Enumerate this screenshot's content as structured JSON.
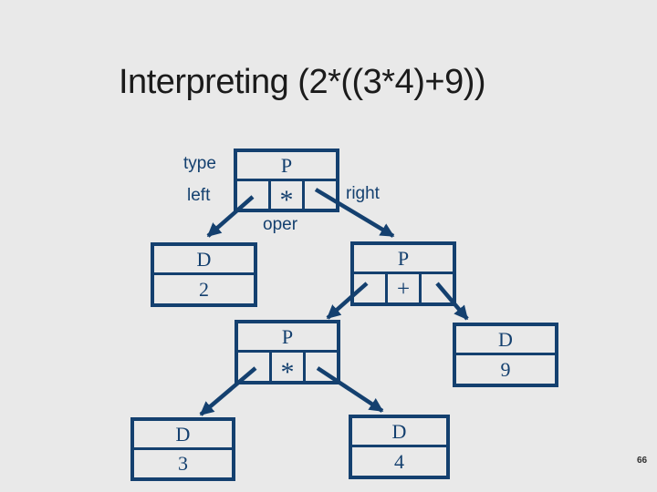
{
  "slide": {
    "title": "Interpreting (2*((3*4)+9))",
    "page_number": "66"
  },
  "colors": {
    "ink": "#14406F",
    "background": "#E9E9E9",
    "title_text": "#1B1B1B",
    "page_number_text": "#2F2F2F"
  },
  "field_labels": {
    "type": "type",
    "left": "left",
    "oper": "oper",
    "right": "right"
  },
  "tree": {
    "root": {
      "type": "P",
      "oper": "*"
    },
    "left": {
      "type": "D",
      "value": "2"
    },
    "right": {
      "type": "P",
      "oper": "+"
    },
    "right_left": {
      "type": "P",
      "oper": "*"
    },
    "right_right": {
      "type": "D",
      "value": "9"
    },
    "right_left_left": {
      "type": "D",
      "value": "3"
    },
    "right_left_right": {
      "type": "D",
      "value": "4"
    }
  }
}
